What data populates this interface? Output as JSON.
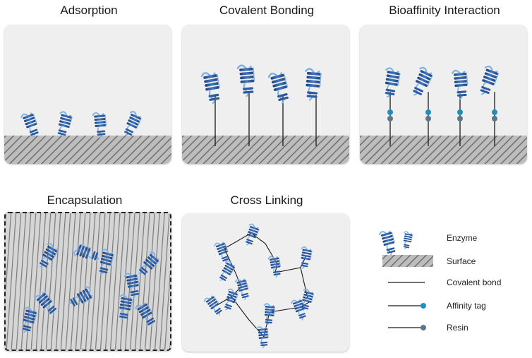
{
  "titles": {
    "adsorption": "Adsorption",
    "covalent": "Covalent Bonding",
    "bioaffinity": "Bioaffinity Interaction",
    "encapsulation": "Encapsulation",
    "crosslinking": "Cross Linking"
  },
  "legend": {
    "enzyme": "Enzyme",
    "surface": "Surface",
    "covalent_bond": "Covalent bond",
    "affinity_tag": "Affinity tag",
    "resin": "Resin"
  },
  "colors": {
    "panel_bg": "#efefef",
    "surface_fill": "#a9a9a9",
    "enzyme_dark": "#1f3f78",
    "enzyme_light": "#7fb2e5",
    "affinity_tag": "#1d8fbf",
    "resin": "#5e7787",
    "bond": "#1a1a1a"
  }
}
